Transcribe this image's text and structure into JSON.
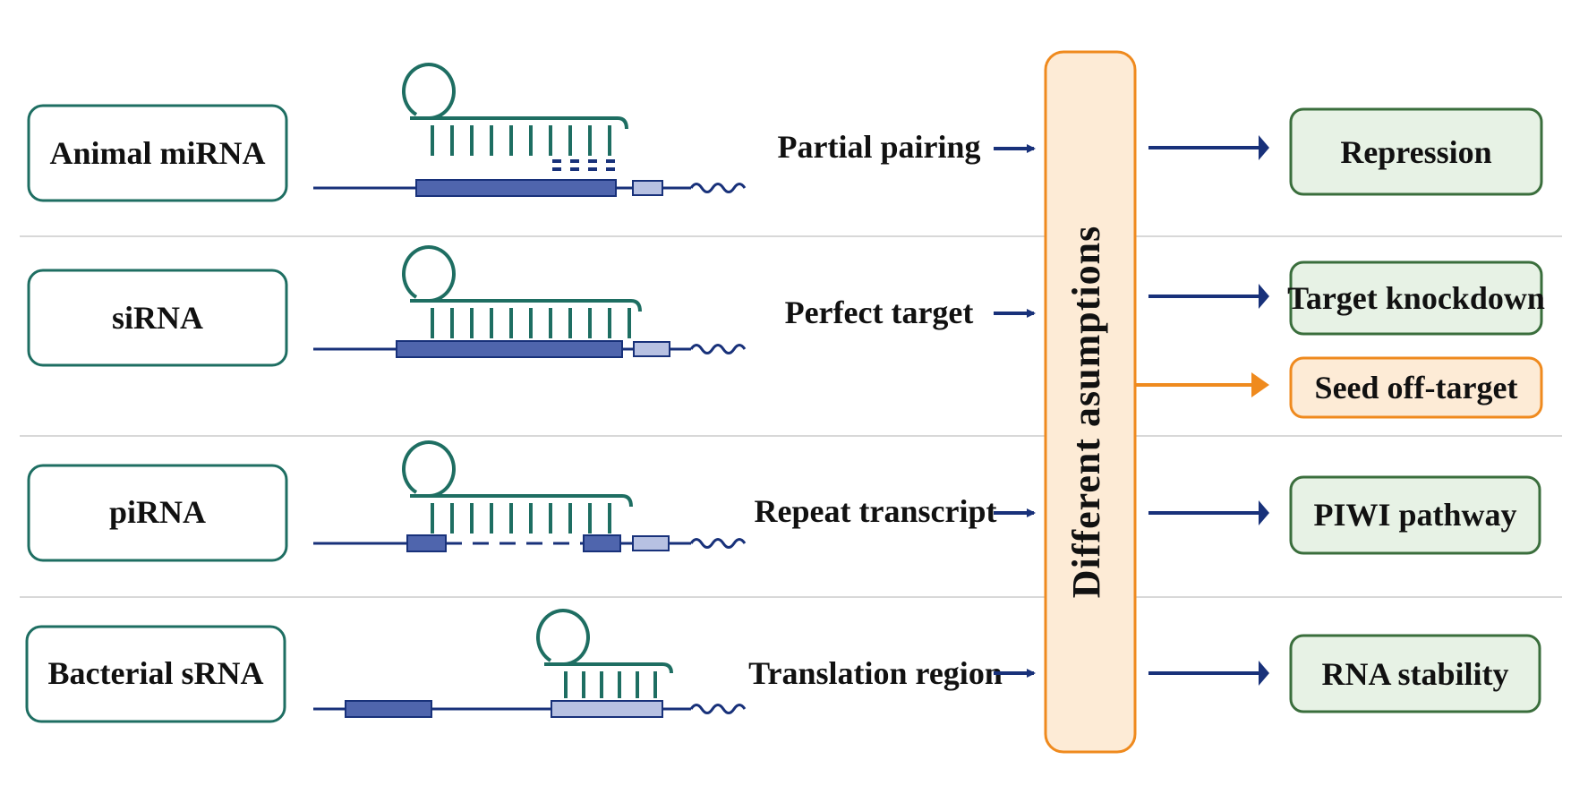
{
  "rows": [
    {
      "rna_class": "Animal miRNA",
      "assumption": "Partial pairing"
    },
    {
      "rna_class": "siRNA",
      "assumption": "Perfect target"
    },
    {
      "rna_class": "piRNA",
      "assumption": "Repeat transcript"
    },
    {
      "rna_class": "Bacterial sRNA",
      "assumption": "Translation region"
    }
  ],
  "center_label": "Different asumptions",
  "outcomes": [
    {
      "label": "Repression",
      "style": "green"
    },
    {
      "label": "Target knockdown",
      "style": "green"
    },
    {
      "label": "Seed off-target",
      "style": "orange"
    },
    {
      "label": "PIWI pathway",
      "style": "green"
    },
    {
      "label": "RNA stability",
      "style": "green"
    }
  ],
  "colors": {
    "rna_box_border": "#1e6e62",
    "small_rna": "#1e6e62",
    "mrna_line": "#18317a",
    "target_block": "#4f65ad",
    "light_block": "#b7c1e2",
    "arrow_blue": "#18317a",
    "arrow_orange": "#ef8a1e",
    "center_fill": "#fdebd6",
    "center_border": "#ef8a1e",
    "outcome_fill": "#e7f2e5",
    "outcome_border": "#3a6e3c",
    "orange_fill": "#fdebd6",
    "divider": "#d8d8d8"
  }
}
